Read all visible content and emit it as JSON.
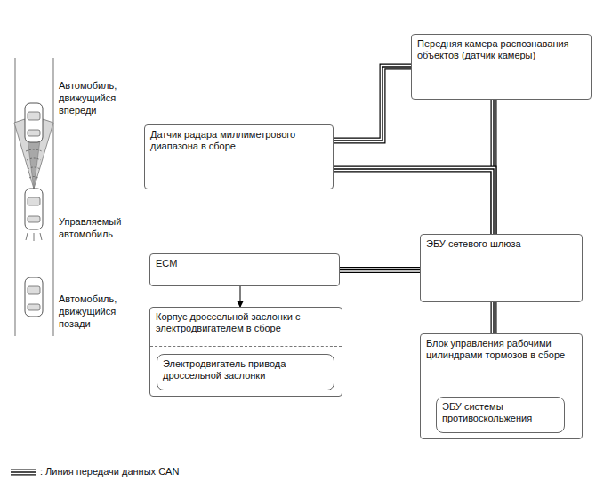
{
  "diagram": {
    "nodes": [
      {
        "text": [
          "Передняя камера распознавания объектов (датчик камеры)"
        ]
      },
      {
        "text": [
          "Датчик радара миллиметрового диапазона в сборе"
        ]
      },
      {
        "text": [
          "ЭБУ сетевого шлюза"
        ]
      },
      {
        "text": [
          "ECM"
        ]
      },
      {
        "text": [
          "Корпус дроссельной заслонки с электродвигателем в сборе"
        ]
      },
      {
        "text": [
          "Электродвигатель привода дроссельной заслонки"
        ],
        "in": 4
      },
      {
        "text": [
          "Блок управления рабочими цилиндрами тормозов в сборе"
        ]
      },
      {
        "text": [
          "ЭБУ системы противоскольжения"
        ],
        "in": 6
      }
    ],
    "edges": [
      {
        "from": 0,
        "to": 1,
        "arrow": "none"
      },
      {
        "from": 0,
        "to": 2,
        "arrow": "none"
      },
      {
        "from": 1,
        "to": 2,
        "arrow": "none"
      },
      {
        "from": 3,
        "to": 2,
        "arrow": "none"
      },
      {
        "from": 2,
        "to": 6,
        "arrow": "none"
      },
      {
        "from": 3,
        "to": 4,
        "arrow": "to"
      }
    ],
    "labels": [
      "Автомобиль, движущийся впереди",
      "Управляемый автомобиль",
      "Автомобиль, движущийся позади"
    ],
    "legend": [
      {
        "text": ": Линия передачи данных CAN"
      }
    ]
  }
}
